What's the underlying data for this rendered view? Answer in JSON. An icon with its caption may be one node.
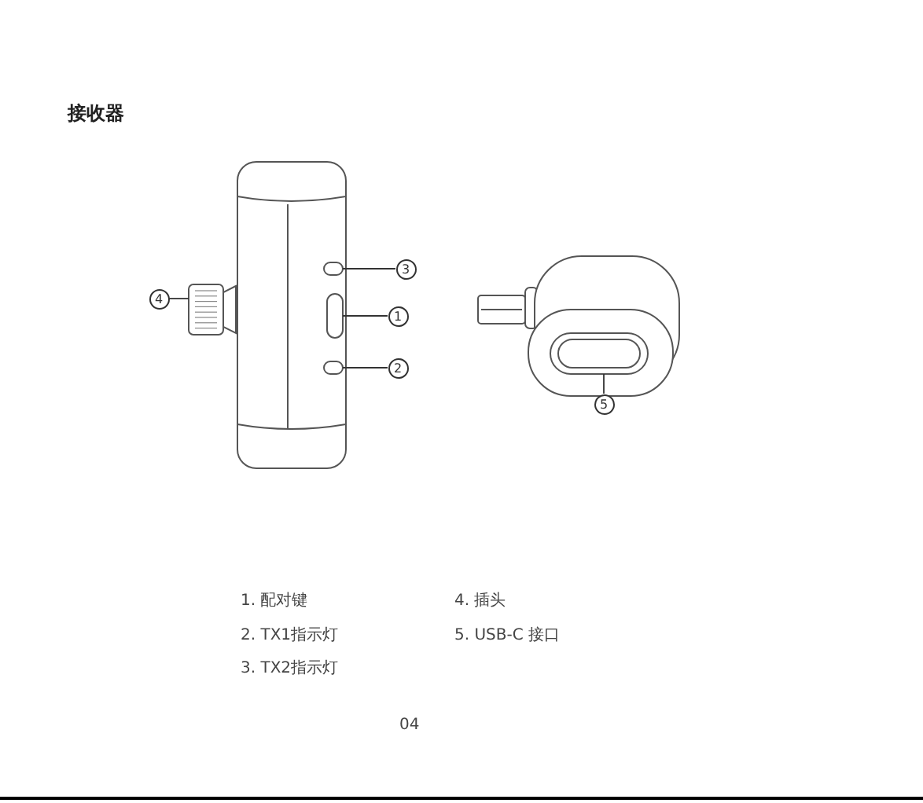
{
  "diagram": {
    "title": "接收器",
    "nodes": [
      {
        "text": [
          "3"
        ]
      },
      {
        "text": [
          "1"
        ]
      },
      {
        "text": [
          "2"
        ]
      },
      {
        "text": [
          "4"
        ]
      },
      {
        "text": [
          "5"
        ]
      },
      {
        "text": [],
        "shape": "box"
      },
      {
        "text": [],
        "shape": "box"
      },
      {
        "text": [],
        "shape": "box"
      },
      {
        "text": [],
        "shape": "box"
      },
      {
        "text": [],
        "shape": "box"
      }
    ],
    "edges": [
      {
        "from": 0,
        "to": 5,
        "arrow": "none"
      },
      {
        "from": 1,
        "to": 6,
        "arrow": "none"
      },
      {
        "from": 2,
        "to": 7,
        "arrow": "none"
      },
      {
        "from": 3,
        "to": 8,
        "arrow": "none"
      },
      {
        "from": 4,
        "to": 9,
        "arrow": "none"
      }
    ],
    "labels": [
      "1. 配对键",
      "4. 插头",
      "2. TX1指示灯",
      "5. USB-C 接口",
      "3. TX2指示灯",
      "04"
    ]
  }
}
